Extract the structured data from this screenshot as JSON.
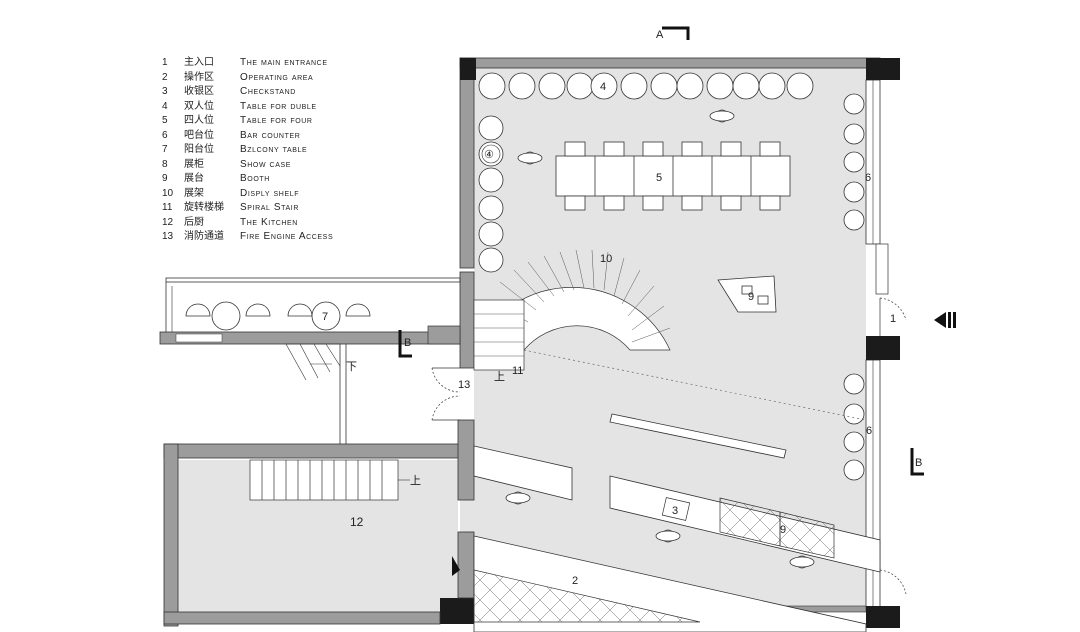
{
  "legend": [
    {
      "num": "1",
      "cn": "主入口",
      "en": "The main entrance"
    },
    {
      "num": "2",
      "cn": "操作区",
      "en": "Operating area"
    },
    {
      "num": "3",
      "cn": "收银区",
      "en": "Checkstand"
    },
    {
      "num": "4",
      "cn": "双人位",
      "en": "Table for duble"
    },
    {
      "num": "5",
      "cn": "四人位",
      "en": "Table for four"
    },
    {
      "num": "6",
      "cn": "吧台位",
      "en": "Bar counter"
    },
    {
      "num": "7",
      "cn": "阳台位",
      "en": "Bzlcony table"
    },
    {
      "num": "8",
      "cn": "展柜",
      "en": "Show case"
    },
    {
      "num": "9",
      "cn": "展台",
      "en": "Booth"
    },
    {
      "num": "10",
      "cn": "展架",
      "en": "Disply shelf"
    },
    {
      "num": "11",
      "cn": "旋转楼梯",
      "en": "Spiral Stair"
    },
    {
      "num": "12",
      "cn": "后厨",
      "en": "The Kitchen"
    },
    {
      "num": "13",
      "cn": "消防通道",
      "en": "Fire Engine Access"
    }
  ],
  "plan": {
    "zone_1": "1",
    "zone_2": "2",
    "zone_3": "3",
    "zone_4": "4",
    "zone_4_circled": "④",
    "zone_5": "5",
    "zone_6_upper": "6",
    "zone_6_lower": "6",
    "zone_7": "7",
    "zone_9_upper": "9",
    "zone_9_lower": "9",
    "zone_10": "10",
    "zone_11": "11",
    "zone_12": "12",
    "zone_13": "13",
    "up_mark_spiral": "上",
    "up_mark_kitchen": "上",
    "down_mark": "下",
    "section_a": "A",
    "section_b_left": "B",
    "section_b_right": "B"
  },
  "colors": {
    "floor": "#e4e4e4",
    "wall": "#9c9c9c",
    "column": "#1b1b1b",
    "line": "#333333"
  }
}
